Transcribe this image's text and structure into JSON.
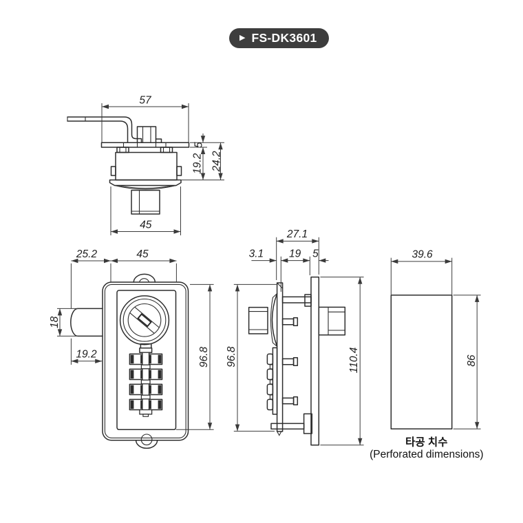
{
  "badge": {
    "icon": "▶",
    "label": "FS-DK3601"
  },
  "views": {
    "top": {
      "dims": {
        "width": "57",
        "flange_thickness": "5",
        "insert_depth": "19.2",
        "total_depth": "24.2",
        "base_width": "45"
      }
    },
    "front": {
      "dims": {
        "latch_offset": "25.2",
        "body_width": "45",
        "latch_height": "18",
        "latch_length": "19.2",
        "body_height": "96.8"
      }
    },
    "side": {
      "dims": {
        "total_depth": "27.1",
        "front_plate": "3.1",
        "body_depth": "19",
        "back_plate": "5",
        "body_height": "96.8",
        "total_height": "110.4"
      }
    },
    "perforation": {
      "dims": {
        "width": "39.6",
        "height": "86"
      },
      "caption_ko": "타공 치수",
      "caption_en": "(Perforated dimensions)"
    }
  }
}
